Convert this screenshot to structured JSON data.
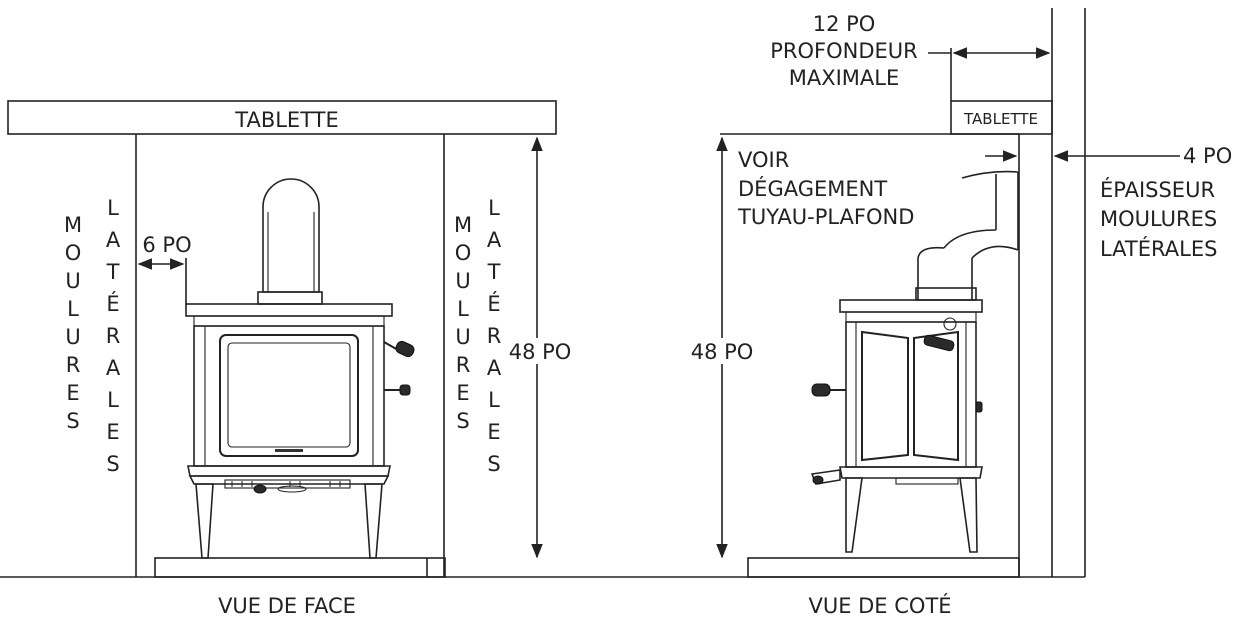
{
  "front_view": {
    "shelf_label": "TABLETTE",
    "trim_left_col1": [
      "M",
      "O",
      "U",
      "L",
      "U",
      "R",
      "E",
      "S"
    ],
    "trim_left_col2": [
      "L",
      "A",
      "T",
      "É",
      "R",
      "A",
      "L",
      "E",
      "S"
    ],
    "trim_right_col1": [
      "M",
      "O",
      "U",
      "L",
      "U",
      "R",
      "E",
      "S"
    ],
    "trim_right_col2": [
      "L",
      "A",
      "T",
      "É",
      "R",
      "A",
      "L",
      "E",
      "S"
    ],
    "side_gap": "6 PO",
    "height": "48 PO",
    "caption": "VUE DE FACE"
  },
  "side_view": {
    "depth_value": "12 PO",
    "depth_line1": "PROFONDEUR",
    "depth_line2": "MAXIMALE",
    "shelf_label": "TABLETTE",
    "clearance_line1": "VOIR",
    "clearance_line2": "DÉGAGEMENT",
    "clearance_line3": "TUYAU-PLAFOND",
    "thickness_value": "4 PO",
    "thickness_line1": "ÉPAISSEUR",
    "thickness_line2": "MOULURES",
    "thickness_line3": "LATÉRALES",
    "height": "48 PO",
    "caption": "VUE DE COTÉ"
  }
}
